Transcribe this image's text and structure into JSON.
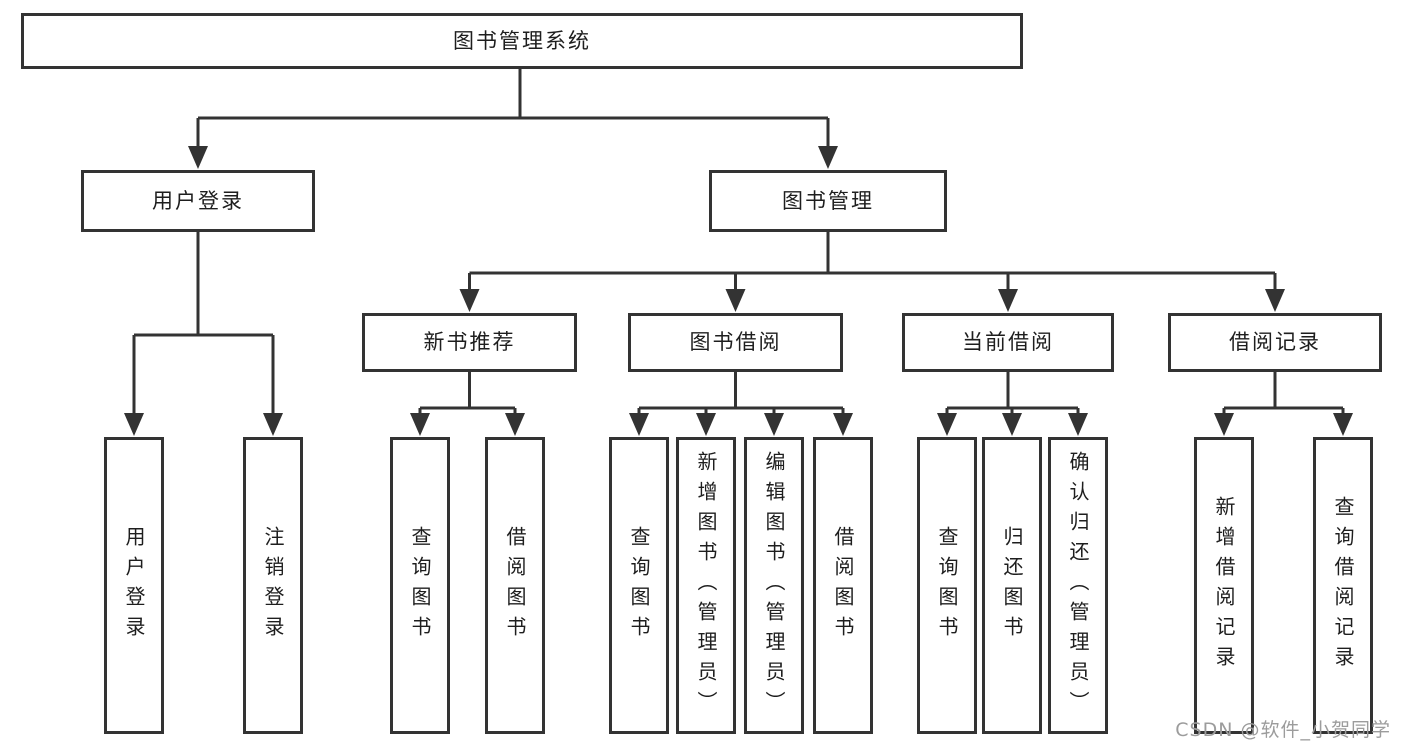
{
  "diagram": {
    "type": "hierarchy-tree",
    "tree": {
      "label": "图书管理系统",
      "children": [
        {
          "label": "用户登录",
          "children": [
            {
              "label": "用户登录"
            },
            {
              "label": "注销登录"
            }
          ]
        },
        {
          "label": "图书管理",
          "children": [
            {
              "label": "新书推荐",
              "children": [
                {
                  "label": "查询图书"
                },
                {
                  "label": "借阅图书"
                }
              ]
            },
            {
              "label": "图书借阅",
              "children": [
                {
                  "label": "查询图书"
                },
                {
                  "label": "新增图书（管理员）"
                },
                {
                  "label": "编辑图书（管理员）"
                },
                {
                  "label": "借阅图书"
                }
              ]
            },
            {
              "label": "当前借阅",
              "children": [
                {
                  "label": "查询图书"
                },
                {
                  "label": "归还图书"
                },
                {
                  "label": "确认归还（管理员）"
                }
              ]
            },
            {
              "label": "借阅记录",
              "children": [
                {
                  "label": "新增借阅记录"
                },
                {
                  "label": "查询借阅记录"
                }
              ]
            }
          ]
        }
      ]
    },
    "colors": {
      "line": "#333333",
      "box_border": "#333333",
      "box_fill": "#ffffff",
      "text": "#1e1e1e",
      "background": "#ffffff",
      "watermark_text_color": "#9c9c9c"
    }
  },
  "watermark": {
    "text": "CSDN @软件_小贺同学"
  }
}
